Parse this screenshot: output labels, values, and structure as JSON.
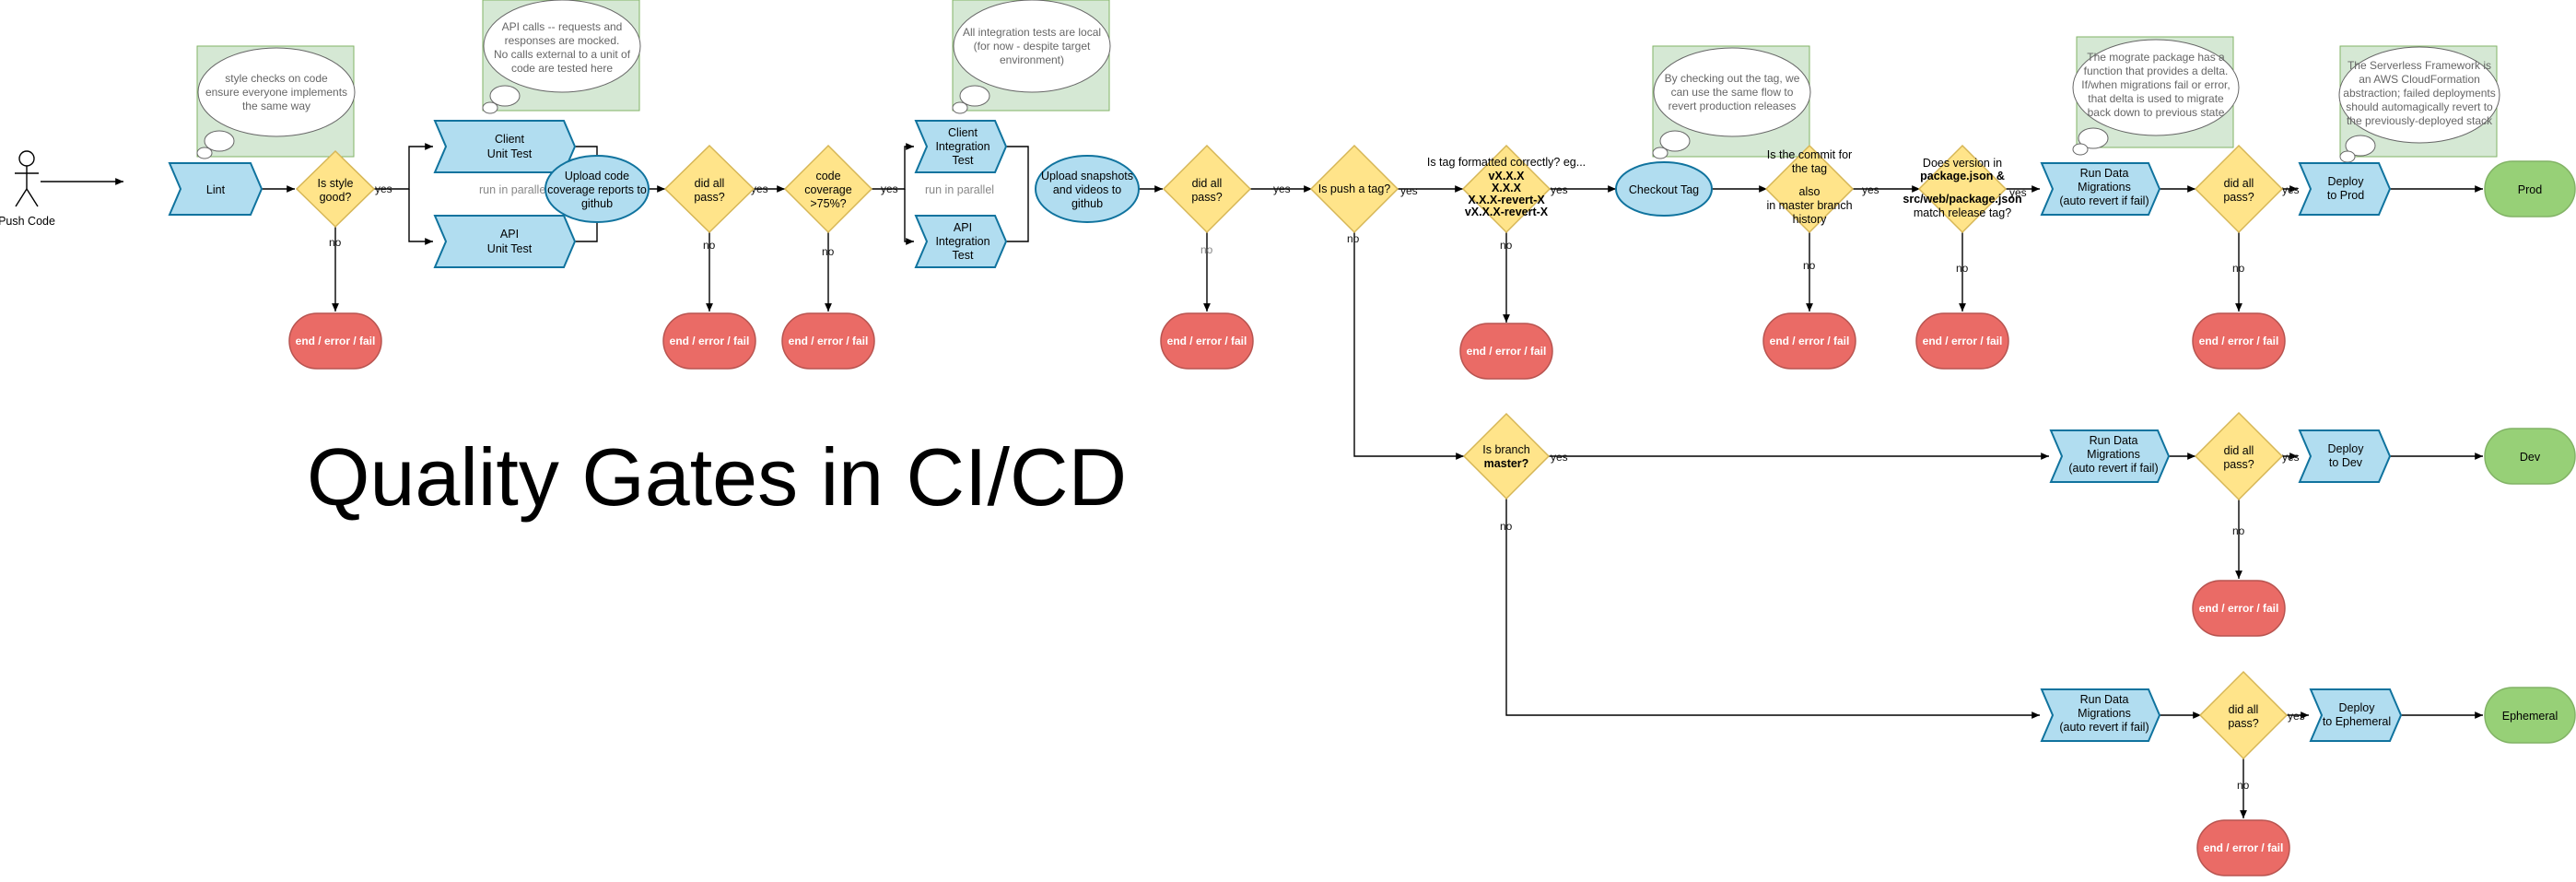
{
  "title": "Quality Gates in CI/CD",
  "actor": {
    "label": "Push Code"
  },
  "colors": {
    "process_fill": "#b1ddf0",
    "process_stroke": "#10739e",
    "decision_fill": "#ffe48a",
    "decision_stroke": "#d6b656",
    "end_fill": "#ea6b66",
    "end_stroke": "#b85450",
    "final_fill": "#97d077",
    "final_stroke": "#82b366",
    "note_fill": "#d5e8d4",
    "note_stroke": "#82b366"
  },
  "steps": {
    "lint": "Lint",
    "style_q": [
      "Is style",
      "good?"
    ],
    "client_unit": [
      "Client",
      "Unit Test"
    ],
    "api_unit": [
      "API",
      "Unit Test"
    ],
    "parallel1": "run in parallel",
    "upload_cov": [
      "Upload code",
      "coverage reports to",
      "github"
    ],
    "pass1": [
      "did all",
      "pass?"
    ],
    "coverage_q": [
      "code",
      "coverage",
      ">75%?"
    ],
    "client_int": [
      "Client",
      "Integration",
      "Test"
    ],
    "api_int": [
      "API",
      "Integration",
      "Test"
    ],
    "parallel2": "run in parallel",
    "upload_snap": [
      "Upload snapshots",
      "and videos to",
      "github"
    ],
    "pass2": [
      "did all",
      "pass?"
    ],
    "push_tag_q": "Is push a tag?",
    "tag_format_q": [
      "Is tag formatted correctly? eg...",
      "vX.X.X",
      "X.X.X",
      "X.X.X-revert-X",
      "vX.X.X-revert-X"
    ],
    "checkout_tag": "Checkout Tag",
    "commit_q": [
      "Is the commit for",
      "the tag",
      "also",
      "in master branch",
      "history"
    ],
    "version_q": [
      "Does version in",
      "package.json &",
      "src/web/package.json",
      "match release tag?"
    ],
    "migrate_prod": [
      "Run Data",
      "Migrations",
      "(auto revert if fail)"
    ],
    "pass_prod": [
      "did all",
      "pass?"
    ],
    "deploy_prod": [
      "Deploy",
      "to Prod"
    ],
    "prod": "Prod",
    "branch_q": [
      "Is branch",
      "master?"
    ],
    "migrate_dev": [
      "Run Data",
      "Migrations",
      "(auto revert if fail)"
    ],
    "pass_dev": [
      "did all",
      "pass?"
    ],
    "deploy_dev": [
      "Deploy",
      "to Dev"
    ],
    "dev": "Dev",
    "migrate_eph": [
      "Run Data",
      "Migrations",
      "(auto revert if fail)"
    ],
    "pass_eph": [
      "did all",
      "pass?"
    ],
    "deploy_eph": [
      "Deploy",
      "to Ephemeral"
    ],
    "ephemeral": "Ephemeral"
  },
  "end_label": "end / error / fail",
  "edge_labels": {
    "yes": "yes",
    "no": "no"
  },
  "notes": {
    "style": [
      "style checks on code",
      "ensure everyone implements",
      "the same way"
    ],
    "mock": [
      "API calls -- requests and",
      "responses are mocked.",
      "No calls external to a unit of",
      "code are tested here"
    ],
    "integration": [
      "All integration tests are local",
      "(for now - despite target",
      "environment)"
    ],
    "checkout": [
      "By checking out the tag, we",
      "can use the same flow to",
      "revert production releases"
    ],
    "migrate": [
      "The mograte package has a",
      "function that provides a delta.",
      "If/when migrations fail or error,",
      "that delta is used to migrate",
      "back down to previous state"
    ],
    "serverless": [
      "The Serverless Framework is",
      "an AWS CloudFormation",
      "abstraction; failed deployments",
      "should automagically revert to",
      "the previously-deployed stack"
    ]
  }
}
